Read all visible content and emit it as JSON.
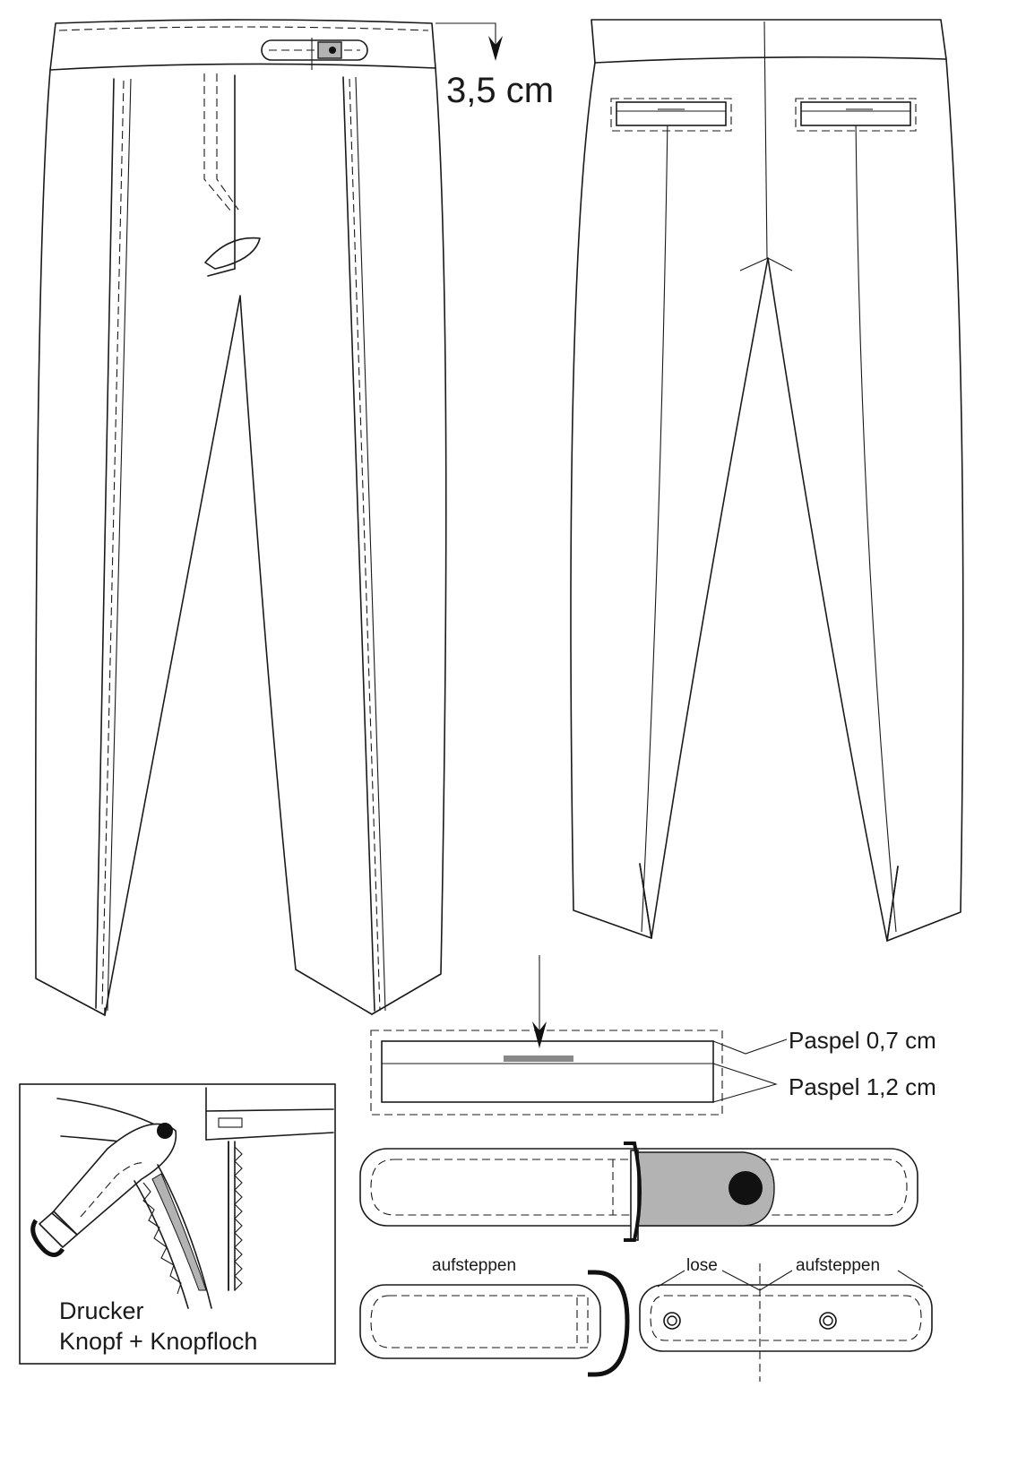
{
  "labels": {
    "measurement": "3,5 cm",
    "piping_top": "Paspel 0,7 cm",
    "piping_bottom": "Paspel 1,2 cm",
    "inset_line1": "Drucker",
    "inset_line2": "Knopf + Knopfloch",
    "tab_left_label": "aufsteppen",
    "tab_right_loose": "lose",
    "tab_right_stitch": "aufsteppen"
  },
  "colors": {
    "line": "#1a1a1a",
    "grey_fill": "#b3b3b3",
    "background": "#ffffff"
  }
}
